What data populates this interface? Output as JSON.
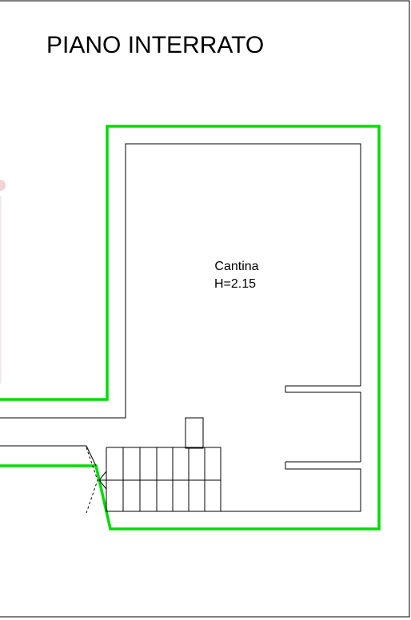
{
  "plan": {
    "title": "PIANO INTERRATO",
    "room_name": "Cantina",
    "room_height": "H=2.15",
    "colors": {
      "background": "#ffffff",
      "outline": "#00dd00",
      "walls": "#000000",
      "mark": "#f0c8c8"
    }
  }
}
